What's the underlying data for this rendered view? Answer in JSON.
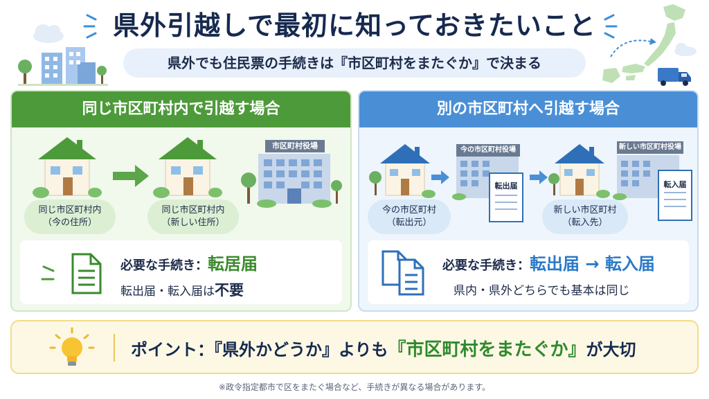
{
  "header": {
    "title": "県外引越しで最初に知っておきたいこと",
    "subtitle": "県外でも住民票の手続きは『市区町村をまたぐか』で決まる"
  },
  "left_panel": {
    "heading": "同じ市区町村内で引越す場合",
    "from_label_1": "同じ市区町村内",
    "from_label_2": "（今の住所）",
    "to_label_1": "同じ市区町村内",
    "to_label_2": "（新しい住所）",
    "building_label": "市区町村役場",
    "required_prefix": "必要な手続き：",
    "required_value": "転居届",
    "note_prefix": "転出届・転入届は",
    "note_value": "不要"
  },
  "right_panel": {
    "heading": "別の市区町村へ引越す場合",
    "from_label_1": "今の市区町村",
    "from_label_2": "（転出元）",
    "to_label_1": "新しい市区町村",
    "to_label_2": "（転入先）",
    "old_office_label": "今の市区町村役場",
    "new_office_label": "新しい市区町村役場",
    "doc_out": "転出届",
    "doc_in": "転入届",
    "required_prefix": "必要な手続き：",
    "required_value": "転出届 → 転入届",
    "note": "県内・県外どちらでも基本は同じ"
  },
  "point": {
    "prefix": "ポイント：『県外かどうか』よりも",
    "highlight": "『市区町村をまたぐか』",
    "suffix": "が大切"
  },
  "footnote": "※政令指定都市で区をまたぐ場合など、手続きが異なる場合があります。",
  "colors": {
    "green": "#4d9a3a",
    "blue": "#4a8fd6",
    "navy": "#16294f",
    "yellow_border": "#f2dc8a"
  }
}
